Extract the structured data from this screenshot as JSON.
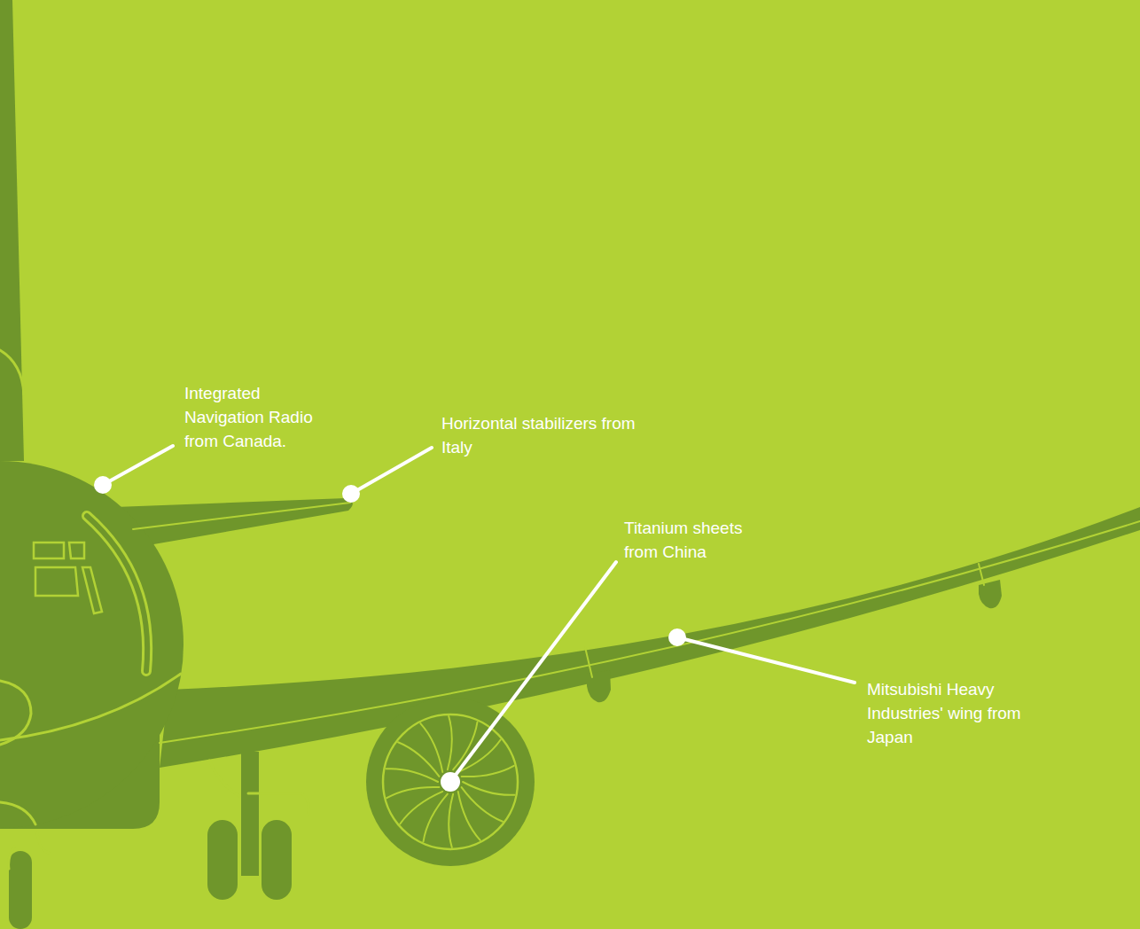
{
  "diagram": {
    "labels": [
      "Integrated Navigation Radio from Canada.",
      "Horizontal stabilizers from Italy",
      "Titanium sheets from China",
      "Mitsubishi Heavy Industries' wing from Japan"
    ]
  }
}
